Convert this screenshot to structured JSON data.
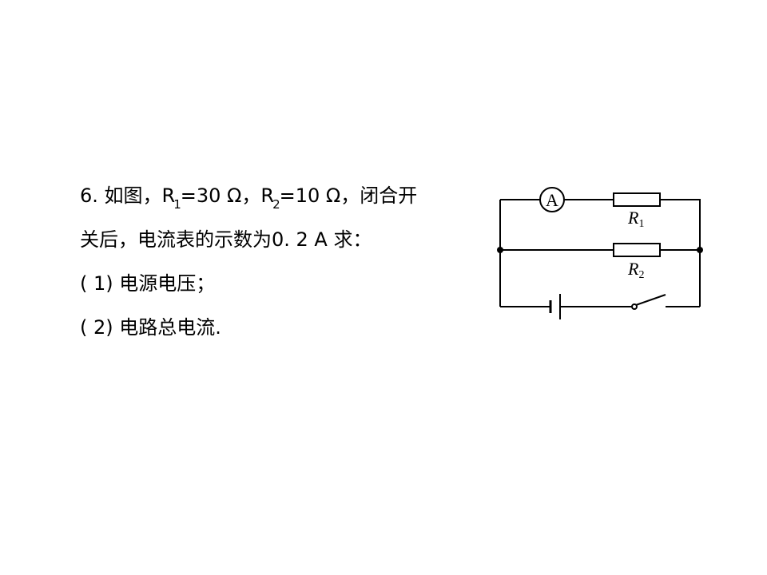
{
  "problem": {
    "line1": {
      "prefix": "6. 如图，",
      "r1_letter": "R",
      "r1_sub": "1",
      "r1_value": "=30 Ω，",
      "r2_letter": "R",
      "r2_sub": "2",
      "r2_value": "=10 Ω，闭合开"
    },
    "line2": "关后，电流表的示数为0. 2 A 求：",
    "line3": "( 1) 电源电压；",
    "line4": "( 2) 电路总电流."
  },
  "circuit": {
    "ammeter_label": "A",
    "r1_letter": "R",
    "r1_sub": "1",
    "r2_letter": "R",
    "r2_sub": "2"
  }
}
